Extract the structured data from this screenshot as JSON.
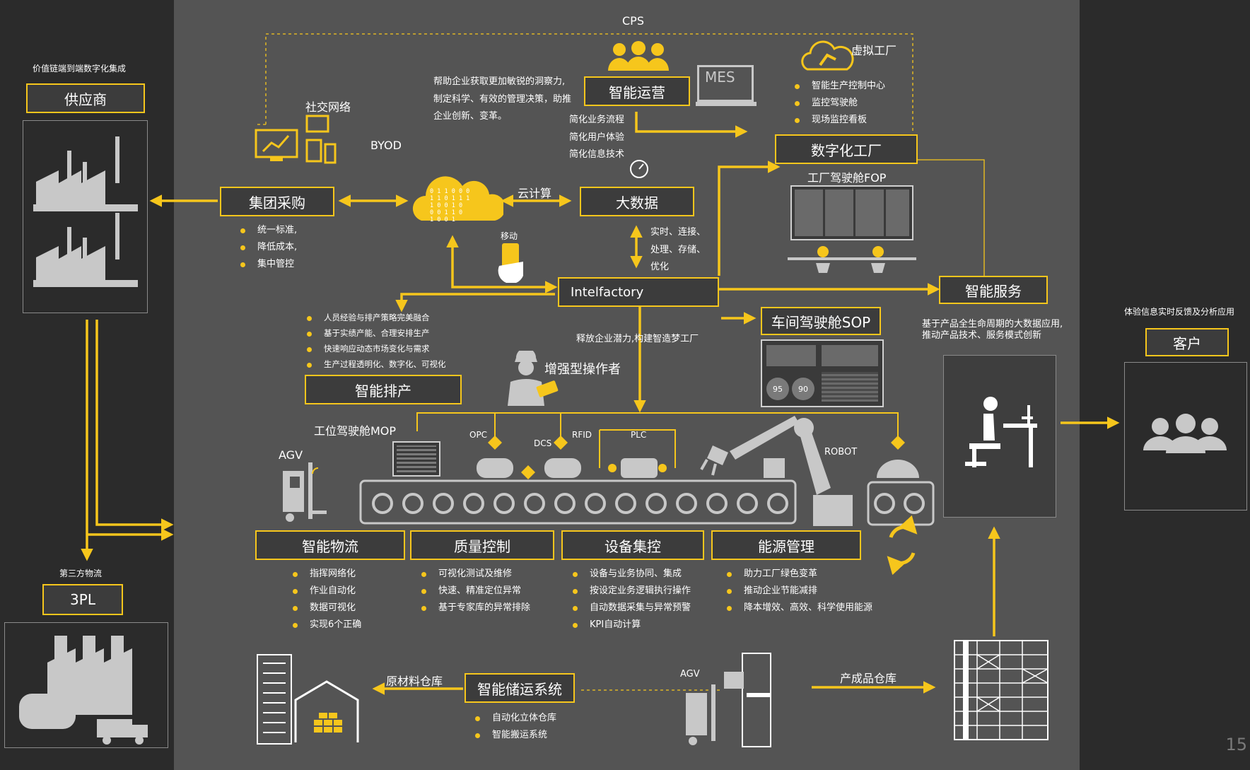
{
  "top_label": "CPS",
  "left_panel": {
    "title": "价值链端到端数字化集成",
    "supplier": "供应商",
    "third_party_label": "第三方物流",
    "third_party_box": "3PL"
  },
  "right_panel": {
    "title": "体验信息实时反馈及分析应用",
    "customer": "客户"
  },
  "smart_ops": {
    "box": "智能运营",
    "desc": [
      "帮助企业获取更加敏锐的洞察力,",
      "制定科学、有效的管理决策，助推",
      "企业创新、变革。"
    ],
    "simplify": [
      "简化业务流程",
      "简化用户体验",
      "简化信息技术"
    ]
  },
  "mes": "MES",
  "virtual_factory": {
    "label": "虚拟工厂",
    "items": [
      "智能生产控制中心",
      "监控驾驶舱",
      "现场监控看板"
    ]
  },
  "digital_factory": "数字化工厂",
  "fop_label": "工厂驾驶舱FOP",
  "social_network": "社交网络",
  "byod": "BYOD",
  "group_purchase": {
    "box": "集团采购",
    "items": [
      "统一标准,",
      "降低成本,",
      "集中管控"
    ]
  },
  "cloud": {
    "label": "云计算",
    "binary": [
      "0 1 1 0 0 0",
      "1 1 0 1 1 1",
      "1 0 0 1 0",
      "0 0 1 1 0",
      "1 0 0 1"
    ]
  },
  "big_data": {
    "box": "大数据",
    "items": [
      "实时、连接、",
      "处理、存储、",
      "优化"
    ]
  },
  "mobile": "移动",
  "intelfactory": "Intelfactory",
  "smart_service": {
    "box": "智能服务",
    "desc": [
      "基于产品全生命周期的大数据应用,",
      "推动产品技术、服务模式创新"
    ]
  },
  "sop_label": "车间驾驶舱SOP",
  "sop_gauges": [
    "95",
    "90"
  ],
  "release_text": "释放企业潜力,构建智造梦工厂",
  "scheduling": {
    "box": "智能排产",
    "items": [
      "人员经验与排产策略完美融合",
      "基于实绩产能、合理安排生产",
      "快速响应动态市场变化与需求",
      "生产过程透明化、数字化、可视化"
    ]
  },
  "augmented_operator": "增强型操作者",
  "mop_label": "工位驾驶舱MOP",
  "agv": "AGV",
  "devices": {
    "opc": "OPC",
    "dcs": "DCS",
    "rfid": "RFID",
    "plc": "PLC",
    "robot": "ROBOT"
  },
  "pillars": [
    {
      "box": "智能物流",
      "items": [
        "指挥网络化",
        "作业自动化",
        "数据可视化",
        "实现6个正确"
      ]
    },
    {
      "box": "质量控制",
      "items": [
        "可视化测试及维修",
        "快速、精准定位异常",
        "基于专家库的异常排除"
      ]
    },
    {
      "box": "设备集控",
      "items": [
        "设备与业务协同、集成",
        "按设定业务逻辑执行操作",
        "自动数据采集与异常预警",
        "KPI自动计算"
      ]
    },
    {
      "box": "能源管理",
      "items": [
        "助力工厂绿色变革",
        "推动企业节能减排",
        "降本增效、高效、科学使用能源"
      ]
    }
  ],
  "storage": {
    "raw_label": "原材料仓库",
    "box": "智能储运系统",
    "items": [
      "自动化立体仓库",
      "智能搬运系统"
    ],
    "agv": "AGV",
    "finished_label": "产成品仓库"
  },
  "page_number": "15",
  "colors": {
    "accent": "#f6c61c",
    "panel": "#545454",
    "side": "#2b2b2b",
    "icon": "#c8c8c8"
  }
}
